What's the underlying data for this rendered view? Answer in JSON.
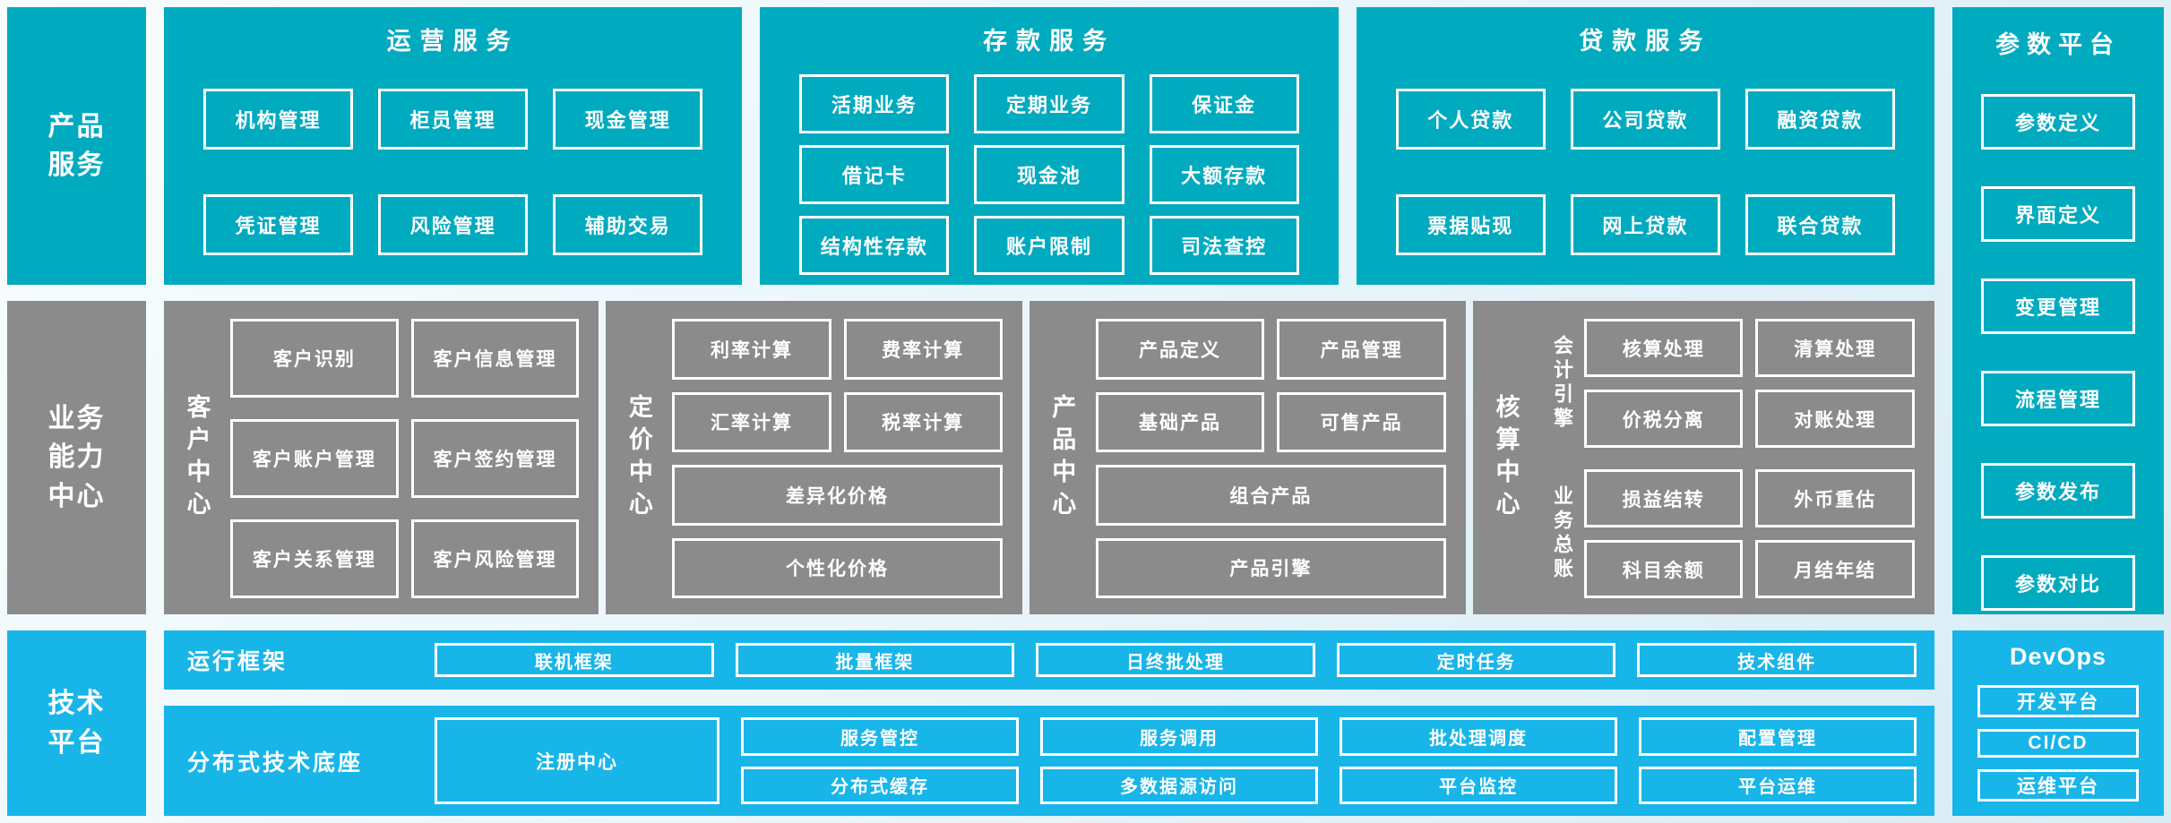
{
  "palette": {
    "teal": "#00aabf",
    "gray": "#8b8b8b",
    "blue": "#18b5e8",
    "box_border": "#ffffff",
    "text": "#ffffff"
  },
  "left_rail": {
    "product_services": "产品服务",
    "business_capability_center": "业务能力中心",
    "technology_platform": "技术平台"
  },
  "product_band": {
    "sections": [
      {
        "title": "运营服务",
        "items": [
          "机构管理",
          "柜员管理",
          "现金管理",
          "凭证管理",
          "风险管理",
          "辅助交易"
        ]
      },
      {
        "title": "存款服务",
        "items": [
          "活期业务",
          "定期业务",
          "保证金",
          "借记卡",
          "现金池",
          "大额存款",
          "结构性存款",
          "账户限制",
          "司法查控"
        ]
      },
      {
        "title": "贷款服务",
        "items": [
          "个人贷款",
          "公司贷款",
          "融资贷款",
          "票据贴现",
          "网上贷款",
          "联合贷款"
        ]
      }
    ]
  },
  "parameter_platform": {
    "title": "参数平台",
    "items": [
      "参数定义",
      "界面定义",
      "变更管理",
      "流程管理",
      "参数发布",
      "参数对比"
    ]
  },
  "business_centers": {
    "customer": {
      "label": "客户中心",
      "items": [
        "客户识别",
        "客户信息管理",
        "客户账户管理",
        "客户签约管理",
        "客户关系管理",
        "客户风险管理"
      ]
    },
    "pricing": {
      "label": "定价中心",
      "items": [
        "利率计算",
        "费率计算",
        "汇率计算",
        "税率计算"
      ],
      "wide_items": [
        "差异化价格",
        "个性化价格"
      ]
    },
    "product": {
      "label": "产品中心",
      "items": [
        "产品定义",
        "产品管理",
        "基础产品",
        "可售产品"
      ],
      "wide_items": [
        "组合产品",
        "产品引擎"
      ]
    },
    "accounting": {
      "label": "核算中心",
      "groups": [
        {
          "label": "会计引擎",
          "items": [
            "核算处理",
            "清算处理",
            "价税分离",
            "对账处理"
          ]
        },
        {
          "label": "业务总账",
          "items": [
            "损益结转",
            "外币重估",
            "科目余额",
            "月结年结"
          ]
        }
      ]
    }
  },
  "tech_platform": {
    "runtime": {
      "label": "运行框架",
      "items": [
        "联机框架",
        "批量框架",
        "日终批处理",
        "定时任务",
        "技术组件"
      ]
    },
    "distributed": {
      "label": "分布式技术底座",
      "registry": "注册中心",
      "columns": [
        [
          "服务管控",
          "分布式缓存"
        ],
        [
          "服务调用",
          "多数据源访问"
        ],
        [
          "批处理调度",
          "平台监控"
        ],
        [
          "配置管理",
          "平台运维"
        ]
      ]
    },
    "devops": {
      "title": "DevOps",
      "items": [
        "开发平台",
        "CI/CD",
        "运维平台"
      ]
    }
  }
}
